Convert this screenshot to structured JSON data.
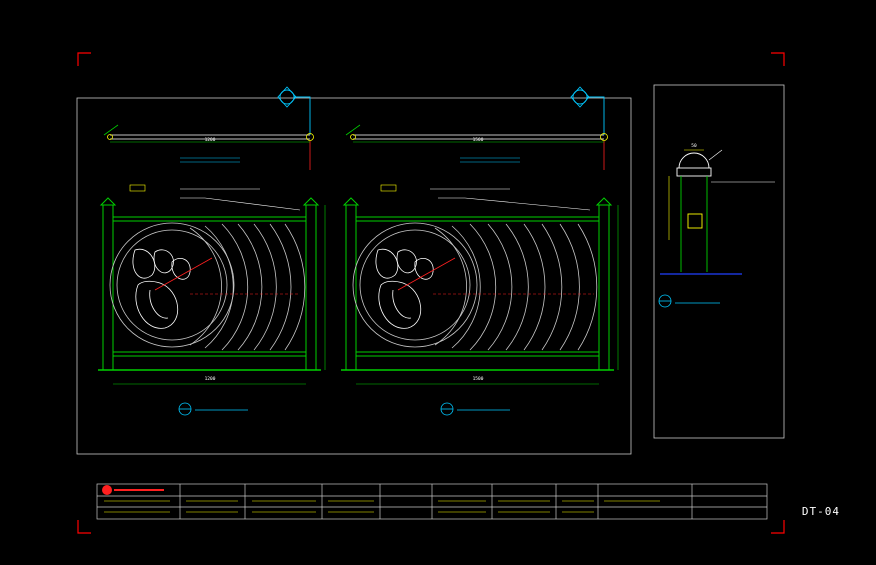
{
  "sheet": {
    "number": "DT-04"
  },
  "dims": {
    "plan_left": "1200",
    "plan_right": "1500",
    "elev_left": "1200",
    "elev_right": "1500",
    "section_cap": "50"
  },
  "colors": {
    "background": "#000000",
    "frame": "#c8c8c8",
    "corner": "#ff0000",
    "green": "#00d000",
    "cyan": "#00c8ff",
    "red": "#ff2020",
    "yellow": "#ffff00",
    "white": "#ffffff",
    "blue": "#2040ff"
  },
  "icons": {
    "north_arrow": "north-arrow-icon",
    "section_marker": "section-marker-icon",
    "logo": "company-logo-icon"
  }
}
